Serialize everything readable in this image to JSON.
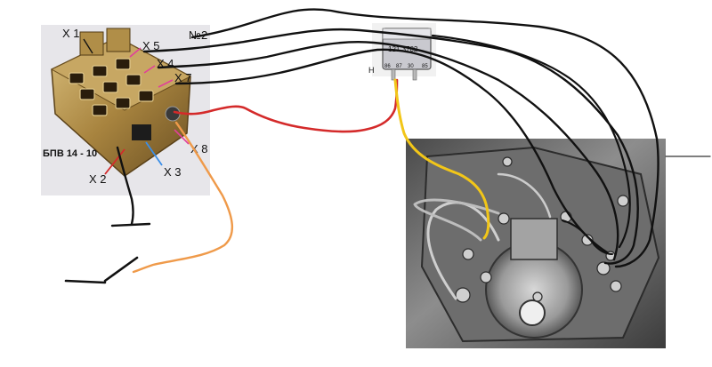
{
  "diagram": {
    "block": {
      "model": "БПВ 14 - 10",
      "header_mark": "№2"
    },
    "terminal_labels": [
      "X 1",
      "X 5",
      "X 4",
      "X 7",
      "X 3",
      "X 8",
      "X 2"
    ],
    "relay": {
      "part_number": "121.3702",
      "pin_marks": [
        "86",
        "85",
        "87",
        "30"
      ],
      "side_mark": "H"
    },
    "wire_colors": {
      "black": "#111111",
      "red": "#d42a2a",
      "orange": "#ef9a4a",
      "yellow": "#f2c618",
      "blue": "#3a8ee8",
      "pink": "#e0409a"
    }
  }
}
